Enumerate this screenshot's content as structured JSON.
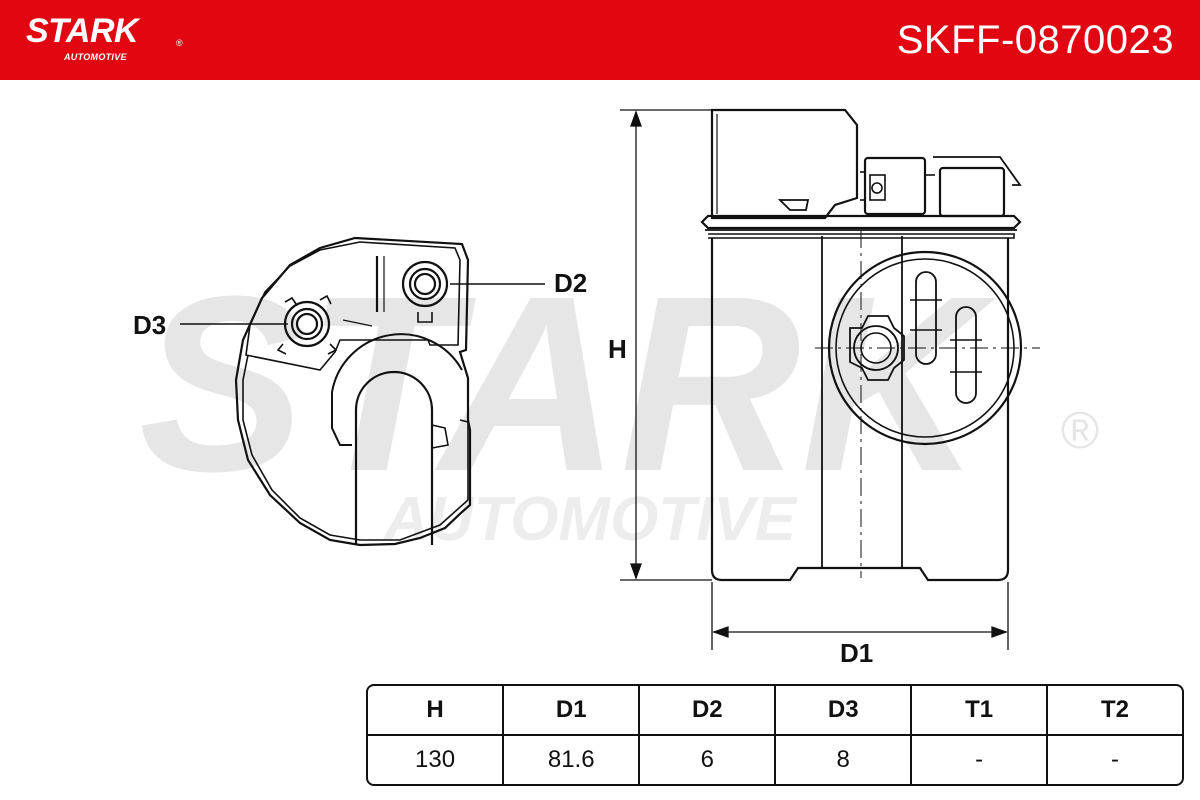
{
  "header": {
    "brand_name": "STARK",
    "brand_reg": "®",
    "brand_sub": "AUTOMOTIVE",
    "part_number": "SKFF-0870023",
    "bg_color": "#e20613"
  },
  "watermark": {
    "main": "STARK",
    "sub": "AUTOMOTIVE",
    "reg": "®"
  },
  "dimension_labels": {
    "h": "H",
    "d1": "D1",
    "d2": "D2",
    "d3": "D3"
  },
  "spec_table": {
    "headers": [
      "H",
      "D1",
      "D2",
      "D3",
      "T1",
      "T2"
    ],
    "values": [
      "130",
      "81.6",
      "6",
      "8",
      "-",
      "-"
    ]
  }
}
